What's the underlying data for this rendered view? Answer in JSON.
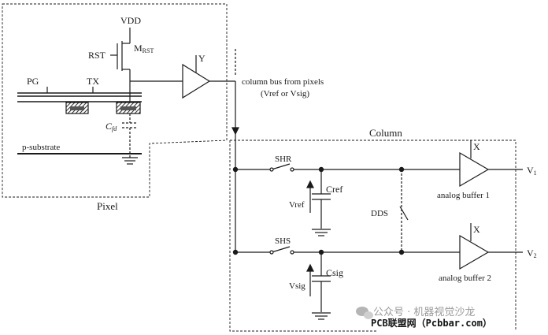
{
  "labels": {
    "vdd": "VDD",
    "rst": "RST",
    "mrst_main": "M",
    "mrst_sub": "RST",
    "y": "Y",
    "pg": "PG",
    "tx": "TX",
    "cfd_main": "C",
    "cfd_sub": "fd",
    "p_substrate": "p-substrate",
    "pixel": "Pixel",
    "column_bus_line1": "column bus from pixels",
    "column_bus_line2": "(Vref or Vsig)",
    "column": "Column",
    "shr": "SHR",
    "shs": "SHS",
    "vref": "Vref",
    "cref": "Cref",
    "vsig": "Vsig",
    "csig": "Csig",
    "dds": "DDS",
    "x_top": "X",
    "x_bottom": "X",
    "v1_main": "V",
    "v1_sub": "1",
    "v2_main": "V",
    "v2_sub": "2",
    "analog_buffer_1": "analog buffer 1",
    "analog_buffer_2": "analog buffer 2"
  },
  "watermark": {
    "line1": "公众号 · 机器视觉沙龙",
    "line2": "PCB联盟网（Pcbbar.com）"
  },
  "colors": {
    "ink": "#1a1a1a",
    "diffusion_fill": "#555555",
    "watermark_text": "#9a9a9a",
    "watermark_text2": "#111111"
  }
}
